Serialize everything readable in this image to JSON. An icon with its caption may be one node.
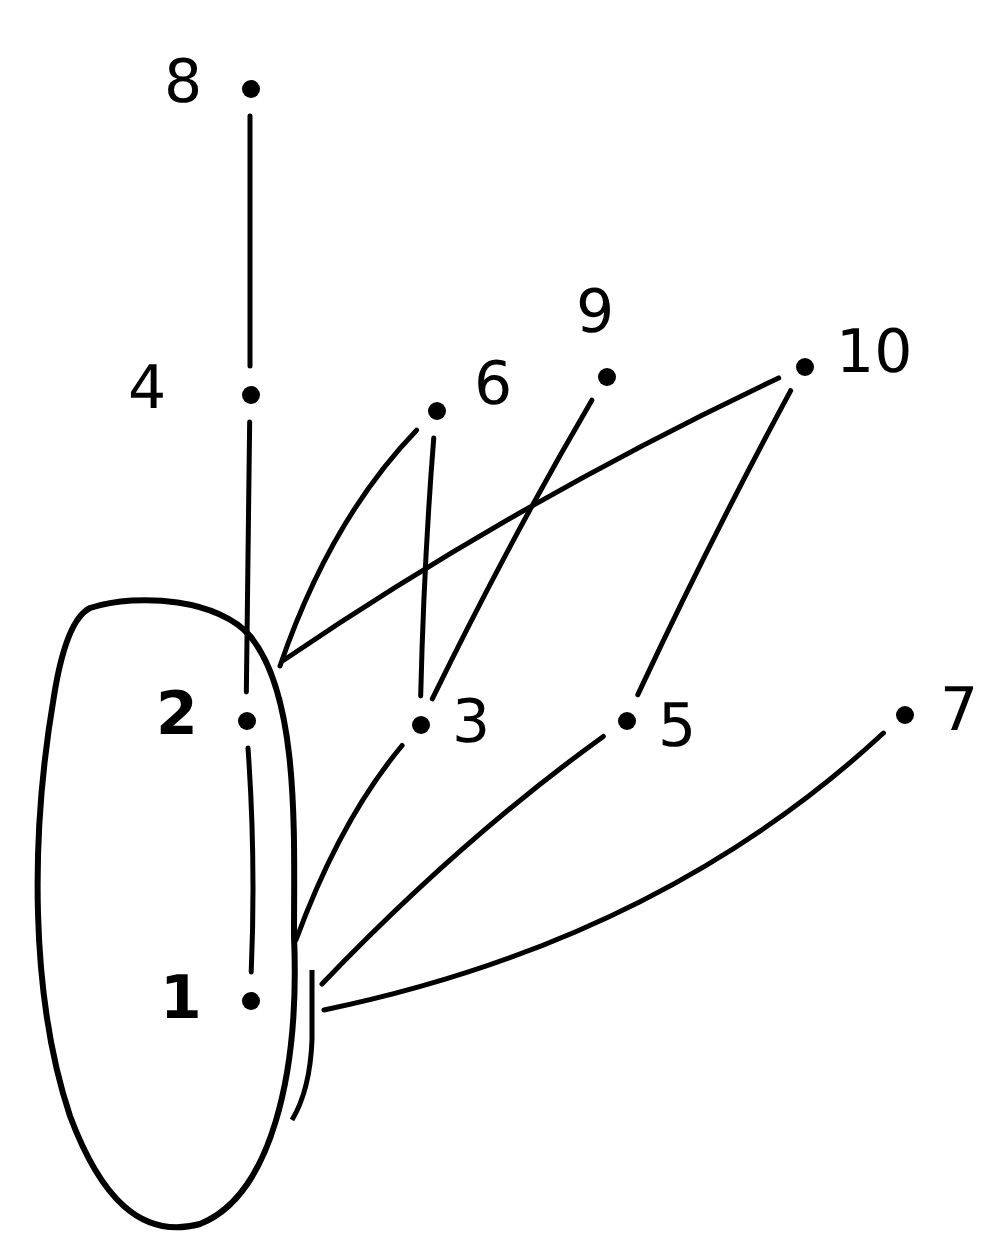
{
  "diagram": {
    "nodes": [
      {
        "text": [],
        "shape": "oval"
      },
      {
        "text": [],
        "shape": "circle",
        "beside": [
          "8"
        ]
      },
      {
        "text": [],
        "shape": "circle",
        "beside": [
          "9"
        ]
      },
      {
        "text": [],
        "shape": "circle",
        "beside": [
          "10"
        ]
      },
      {
        "text": [],
        "shape": "circle",
        "beside": [
          "4"
        ]
      },
      {
        "text": [],
        "shape": "circle",
        "beside": [
          "6"
        ]
      },
      {
        "text": [],
        "shape": "circle",
        "beside": [
          "2"
        ],
        "in": 0
      },
      {
        "text": [],
        "shape": "circle",
        "beside": [
          "3"
        ]
      },
      {
        "text": [],
        "shape": "circle",
        "beside": [
          "5"
        ]
      },
      {
        "text": [],
        "shape": "circle",
        "beside": [
          "7"
        ]
      },
      {
        "text": [],
        "shape": "circle",
        "beside": [
          "1"
        ],
        "in": 0
      }
    ],
    "edges": [
      {
        "from": 1,
        "to": 4,
        "arrow": "none"
      },
      {
        "from": 4,
        "to": 6,
        "arrow": "none"
      },
      {
        "from": 5,
        "to": 0,
        "arrow": "none"
      },
      {
        "from": 3,
        "to": 0,
        "arrow": "none"
      },
      {
        "from": 5,
        "to": 7,
        "arrow": "none"
      },
      {
        "from": 2,
        "to": 7,
        "arrow": "none"
      },
      {
        "from": 3,
        "to": 8,
        "arrow": "none"
      },
      {
        "from": 6,
        "to": 10,
        "arrow": "none"
      },
      {
        "from": 7,
        "to": 0,
        "arrow": "none"
      },
      {
        "from": 8,
        "to": 0,
        "arrow": "none"
      },
      {
        "from": 9,
        "to": 0,
        "arrow": "none"
      }
    ]
  }
}
